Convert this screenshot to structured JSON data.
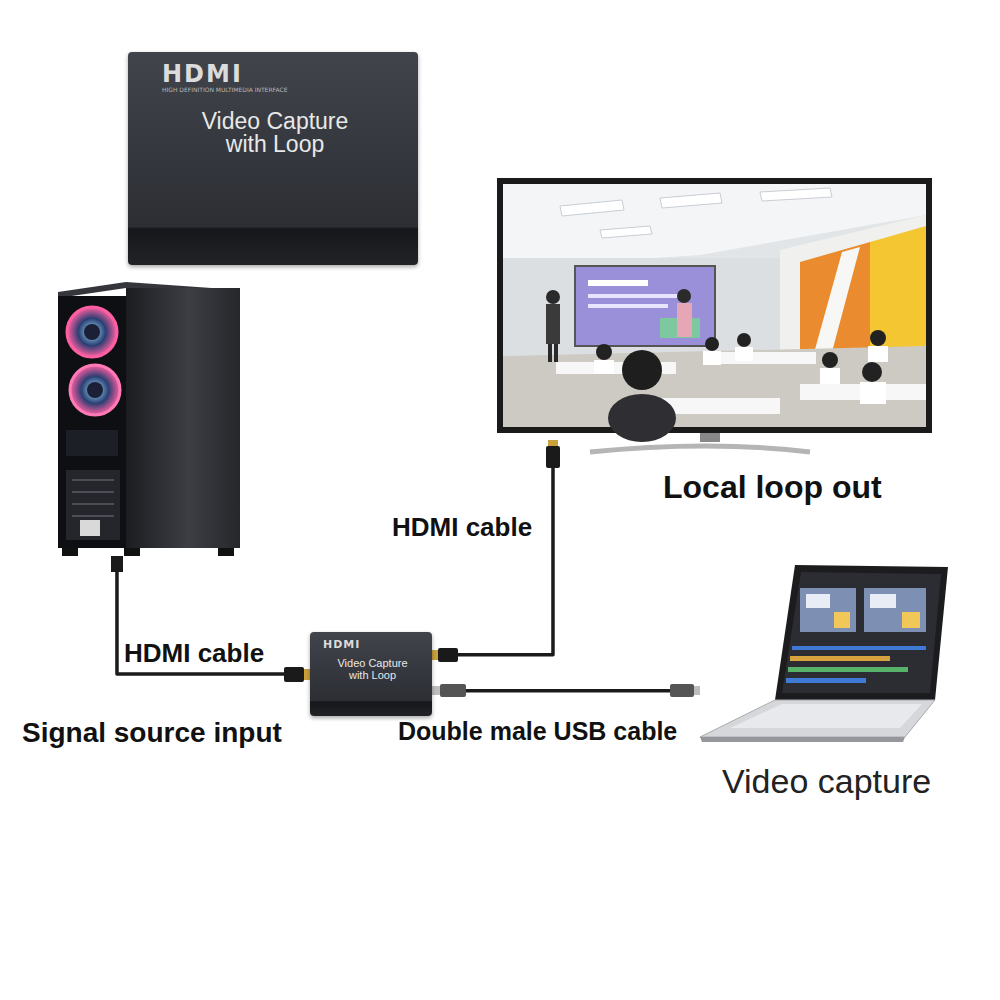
{
  "diagram": {
    "nodes": [
      {
        "text": [
          "HDMI",
          "HIGH DEFINITION MULTIMEDIA INTERFACE",
          "Video Capture with Loop"
        ]
      },
      {
        "text": [
          "Signal source input"
        ]
      },
      {
        "text": [
          "Local loop out"
        ]
      },
      {
        "text": [
          "HDMI",
          "Video Capture with Loop"
        ]
      },
      {
        "text": [
          "Video capture"
        ]
      }
    ],
    "edges": [
      {
        "from": 1,
        "to": 3,
        "label": "HDMI cable",
        "arrow": "none"
      },
      {
        "from": 3,
        "to": 2,
        "label": "HDMI cable",
        "arrow": "none"
      },
      {
        "from": 3,
        "to": 4,
        "label": "Double male USB cable",
        "arrow": "none"
      }
    ]
  }
}
